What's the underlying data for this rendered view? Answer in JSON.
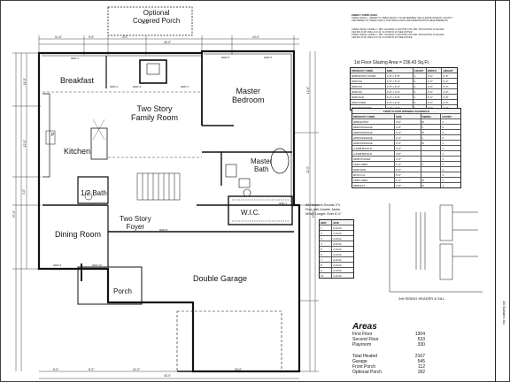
{
  "rooms": {
    "breakfast": "Breakfast",
    "family_room": "Two Story\nFamily Room",
    "master_bedroom": "Master\nBedroom",
    "kitchen": "Kitchen",
    "half_bath": "1/2 Bath",
    "master_bath": "Master\nBath",
    "wic": "W.I.C.",
    "dining_room": "Dining Room",
    "foyer": "Two Story\nFoyer",
    "double_garage": "Double Garage",
    "porch": "Porch",
    "covered_porch": "Optional\nCovered Porch",
    "pantry": "P"
  },
  "headers": {
    "hdr1": "HDR 1",
    "hdr2": "HDR 2",
    "hdr3": "HDR 3",
    "hdr4": "HDR 4",
    "hdr5": "HDR 5",
    "hdr6": "HDR 6",
    "hdr7": "HDR 7",
    "hdr8": "HDR 8",
    "hdr9": "HDR 9",
    "hdr10": "HDR 10"
  },
  "dimensions": {
    "overall_width": "43'-0\"",
    "overall_depth_left": "57'-0\"",
    "overall_depth_right": "57'-0\"",
    "porch_width": "16'-6\"",
    "top_a": "11'-6\"",
    "top_b": "9'-6\"",
    "top_c": "4'-0\"",
    "top_d": "14'-0\"",
    "garage_width": "20'-0\"",
    "bottom_a": "6'-0\"",
    "bottom_b": "5'-0\"",
    "bottom_c": "14'-0\"",
    "left_a": "11'-0\"",
    "left_b": "12'-0\"",
    "left_c": "4'-0\"",
    "right_a": "12'-6\"",
    "right_b": "22'-0\""
  },
  "notes": {
    "line1": "ENERGY COMPLIANCE",
    "line2": "TABLE N1102.1 - REFER TO TABLE N1102.1 TO DETERMINE THE CLIMATE ZONE BY COUNTY",
    "line3": "AND REFER TO TABLE N1102.1 FOR INSULATION AND FENESTRATION REQUIREMENTS",
    "line4": "TABLE N1102.1 ZONE 3 - MIN. GLAZING U-FACTOR 0.35, MIN. INSULATION R-VALUES",
    "line5": "CEILING R-38, WALLS R-13, FLOORS R-19 (SEE NOTES)",
    "line6": "TABLE N1102.1 ZONE 4 - MIN. GLAZING U-FACTOR 0.35, MIN. INSULATION R-VALUES",
    "line7": "CEILING R-38, WALLS R-13, FLOORS R-19 (SEE NOTES)"
  },
  "glazing": {
    "title": "1st Floor Glazing Area = 236.43 Sq.Ft.",
    "headers": [
      "PRODUCT CODE",
      "SIZE",
      "COUNT",
      "WIDTH",
      "HEIGHT"
    ],
    "rows": [
      [
        "3068 ENTRY DOOR",
        "3'-0\" x 6'-8\"",
        "1",
        "3'-0\"",
        "6'-8\""
      ],
      [
        "3050 DH",
        "3'-0\" x 5'-0\"",
        "4",
        "3'-0\"",
        "5'-0\""
      ],
      [
        "2050 DH",
        "2'-0\" x 5'-0\"",
        "2",
        "2'-0\"",
        "5'-0\""
      ],
      [
        "3040 DH",
        "3'-0\" x 4'-0\"",
        "3",
        "3'-0\"",
        "4'-0\""
      ],
      [
        "6068 SGD",
        "6'-0\" x 6'-8\"",
        "1",
        "6'-0\"",
        "6'-8\""
      ],
      [
        "2020 FIXED",
        "2'-0\" x 2'-0\"",
        "2",
        "2'-0\"",
        "2'-0\""
      ],
      [
        "3020 TRANSOM",
        "3'-0\" x 2'-0\"",
        "1",
        "3'-0\"",
        "2'-0\""
      ]
    ]
  },
  "openings": {
    "title": "FIRST FLOOR OPENING SCHEDULE",
    "headers": [
      "PRODUCT CODE",
      "SIZE",
      "SWING",
      "COUNT"
    ],
    "rows": [
      [
        "3068 ENTRY",
        "3'-0\"",
        "R",
        "1"
      ],
      [
        "2868 PASSAGE",
        "2'-8\"",
        "L",
        "2"
      ],
      [
        "2668 PASSAGE",
        "2'-6\"",
        "R",
        "3"
      ],
      [
        "2468 PASSAGE",
        "2'-4\"",
        "L",
        "2"
      ],
      [
        "2068 PASSAGE",
        "2'-0\"",
        "R",
        "1"
      ],
      [
        "2-2068 BIFOLD",
        "4'-0\"",
        "-",
        "1"
      ],
      [
        "2-2468 BIFOLD",
        "4'-8\"",
        "-",
        "1"
      ],
      [
        "2668 POCKET",
        "2'-6\"",
        "-",
        "1"
      ],
      [
        "1668 LINEN",
        "1'-6\"",
        "L",
        "1"
      ],
      [
        "6068 SGD",
        "6'-0\"",
        "-",
        "1"
      ],
      [
        "9070 O.H.",
        "9'-0\"",
        "-",
        "1"
      ],
      [
        "1668 LINEN",
        "1'-6\"",
        "R",
        "1"
      ],
      [
        "2868 EXT.",
        "2'-8\"",
        "R",
        "1"
      ]
    ]
  },
  "header_note": "All Headers Double 2\"x\nFine with Double Jacks\nWhen Longer Over 6'-0\"",
  "header_table": {
    "headers": [
      "HDR",
      "SIZE"
    ],
    "rows": [
      [
        "1",
        "2-2x10"
      ],
      [
        "2",
        "2-2x10"
      ],
      [
        "3",
        "2-2x12"
      ],
      [
        "4",
        "2-2x10"
      ],
      [
        "5",
        "2-2x10"
      ],
      [
        "6",
        "2-2x10"
      ],
      [
        "7",
        "2-2x12"
      ],
      [
        "8",
        "2-2x10"
      ],
      [
        "9",
        "2-2x10"
      ],
      [
        "10",
        "2-2x10"
      ]
    ]
  },
  "section_title": "2x6 SIDING HEADER & SILL",
  "areas": {
    "title": "Areas",
    "items": [
      {
        "label": "First Floor",
        "value": "1304"
      },
      {
        "label": "Second Floor",
        "value": "533"
      },
      {
        "label": "Playroom",
        "value": "330"
      },
      {
        "label": "",
        "value": ""
      },
      {
        "label": "Total Heated",
        "value": "2167"
      },
      {
        "label": "Garage",
        "value": "545"
      },
      {
        "label": "Front Porch",
        "value": "112"
      },
      {
        "label": "Optional Porch",
        "value": "182"
      }
    ]
  },
  "titleblock": {
    "company": "JG Builders Inc."
  },
  "colors": {
    "ink": "#111111",
    "paper": "#ffffff"
  }
}
